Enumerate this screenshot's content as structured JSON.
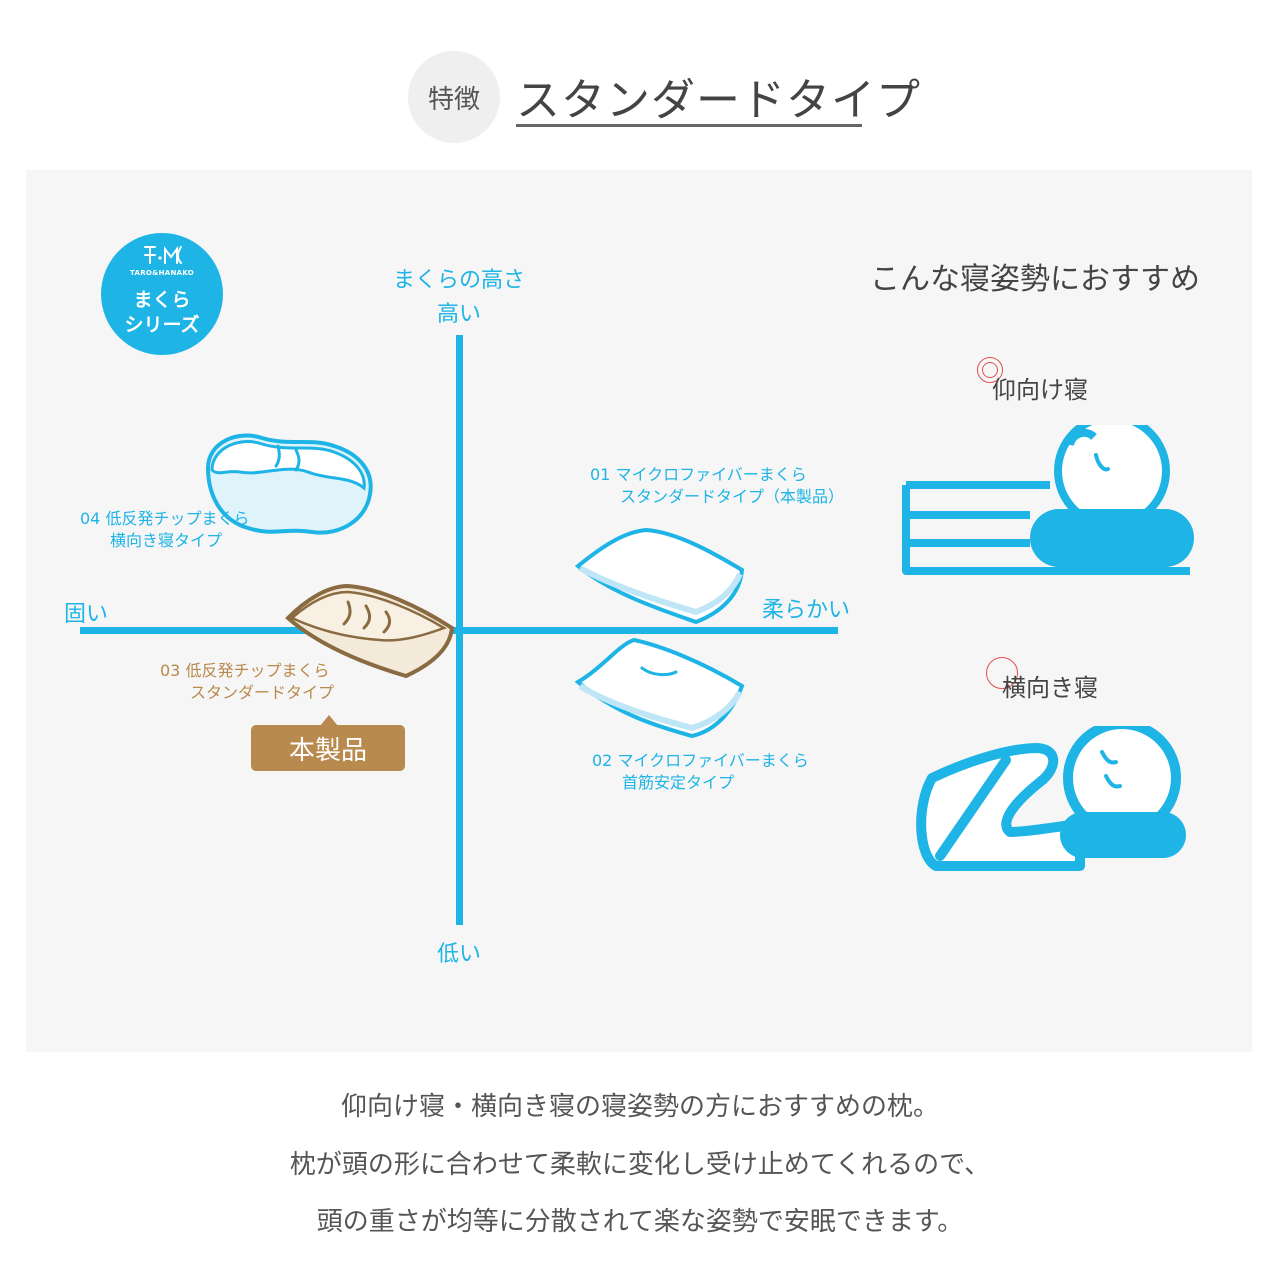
{
  "header": {
    "badge": "特徴",
    "title": "スタンダードタイプ"
  },
  "logo": {
    "sub": "TARO&HANAKO",
    "line1": "まくら",
    "line2": "シリーズ"
  },
  "axes": {
    "title": "まくらの高さ",
    "top": "高い",
    "bottom": "低い",
    "left": "固い",
    "right": "柔らかい"
  },
  "products": [
    {
      "line1": "01 マイクロファイバーまくら",
      "line2": "スタンダードタイプ（本製品）"
    },
    {
      "line1": "02 マイクロファイバーまくら",
      "line2": "首筋安定タイプ"
    },
    {
      "line1": "03 低反発チップまくら",
      "line2": "スタンダードタイプ"
    },
    {
      "line1": "04 低反発チップまくら",
      "line2": "横向き寝タイプ"
    }
  ],
  "badge_this_product": "本製品",
  "recommend": {
    "title": "こんな寝姿勢におすすめ",
    "positions": [
      {
        "label": "仰向け寝",
        "icon": "supine-sleeping-icon"
      },
      {
        "label": "横向き寝",
        "icon": "side-sleeping-icon"
      }
    ]
  },
  "colors": {
    "blue": "#1eb4e6",
    "brown": "#b98a4d",
    "panel": "#f6f6f6"
  },
  "description": [
    "仰向け寝・横向き寝の寝姿勢の方におすすめの枕。",
    "枕が頭の形に合わせて柔軟に変化し受け止めてくれるので、",
    "頭の重さが均等に分散されて楽な姿勢で安眠できます。"
  ]
}
